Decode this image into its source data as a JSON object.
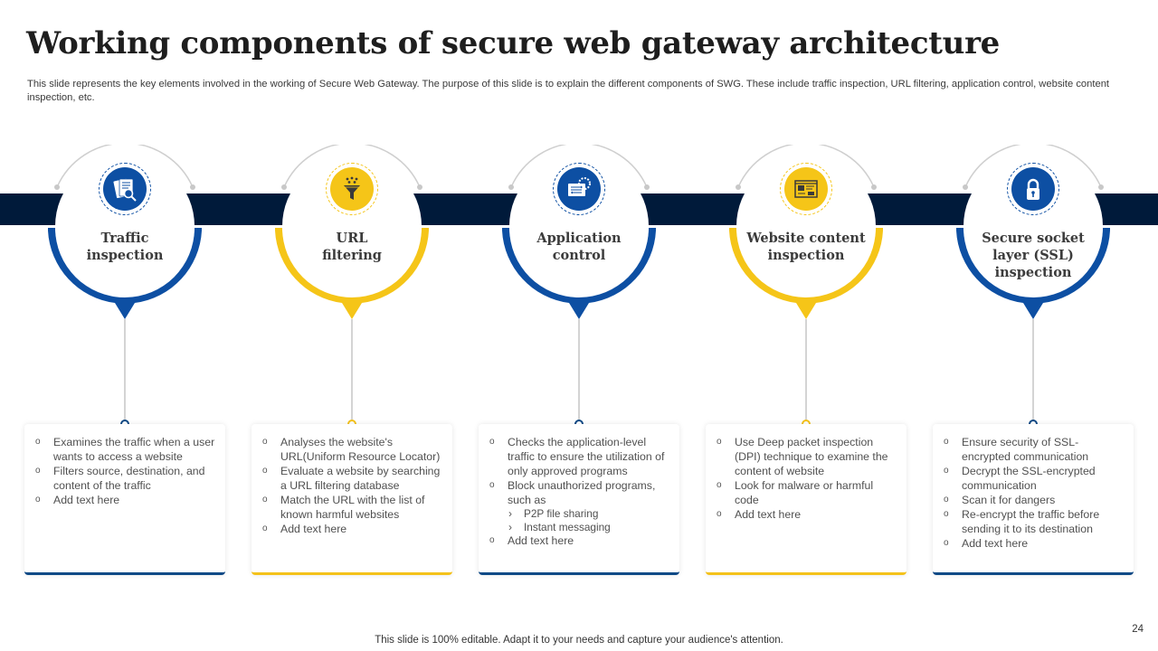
{
  "header": {
    "title": "Working components of secure web gateway architecture",
    "subtitle": "This slide represents the key elements involved in the working of Secure Web Gateway. The purpose of this slide is to explain the different components of SWG. These include traffic inspection, URL filtering, application control, website content inspection, etc."
  },
  "colors": {
    "band": "#001a3a",
    "blue": "#0d4fa3",
    "yellow": "#f5c518",
    "text": "#404040"
  },
  "components": [
    {
      "label_line1": "Traffic",
      "label_line2": "inspection",
      "label_line3": "",
      "icon": "document-search-icon",
      "color": "blue",
      "bullets": [
        {
          "text": "Examines the traffic when a user wants to access a website",
          "sub": false
        },
        {
          "text": "Filters source, destination, and content of the traffic",
          "sub": false
        },
        {
          "text": "Add text here",
          "sub": false
        }
      ]
    },
    {
      "label_line1": "URL",
      "label_line2": "filtering",
      "label_line3": "",
      "icon": "funnel-filter-icon",
      "color": "yellow",
      "bullets": [
        {
          "text": "Analyses the website's URL(Uniform Resource Locator)",
          "sub": false
        },
        {
          "text": "Evaluate a website by searching a URL filtering database",
          "sub": false
        },
        {
          "text": "Match the URL with the list of known harmful websites",
          "sub": false
        },
        {
          "text": "Add text here",
          "sub": false
        }
      ]
    },
    {
      "label_line1": "Application",
      "label_line2": "control",
      "label_line3": "",
      "icon": "app-settings-icon",
      "color": "blue",
      "bullets": [
        {
          "text": "Checks the application-level traffic to ensure the utilization of only approved programs",
          "sub": false
        },
        {
          "text": "Block unauthorized programs, such as",
          "sub": false
        },
        {
          "text": "P2P file sharing",
          "sub": true
        },
        {
          "text": "Instant messaging",
          "sub": true
        },
        {
          "text": "Add text here",
          "sub": false
        }
      ]
    },
    {
      "label_line1": "Website content",
      "label_line2": "inspection",
      "label_line3": "",
      "icon": "webpage-layout-icon",
      "color": "yellow",
      "bullets": [
        {
          "text": "Use Deep packet inspection (DPI) technique to examine the content of website",
          "sub": false
        },
        {
          "text": "Look for malware or harmful code",
          "sub": false
        },
        {
          "text": "Add text here",
          "sub": false
        }
      ]
    },
    {
      "label_line1": "Secure socket",
      "label_line2": "layer (SSL)",
      "label_line3": "inspection",
      "icon": "padlock-icon",
      "color": "blue",
      "bullets": [
        {
          "text": "Ensure security of SSL-encrypted communication",
          "sub": false
        },
        {
          "text": "Decrypt the SSL-encrypted communication",
          "sub": false
        },
        {
          "text": "Scan it for dangers",
          "sub": false
        },
        {
          "text": "Re-encrypt the traffic before sending it to its destination",
          "sub": false
        },
        {
          "text": "Add text here",
          "sub": false
        }
      ]
    }
  ],
  "footer": {
    "note": "This slide is 100% editable. Adapt it to your needs and capture your audience's attention.",
    "page_number": "24"
  }
}
